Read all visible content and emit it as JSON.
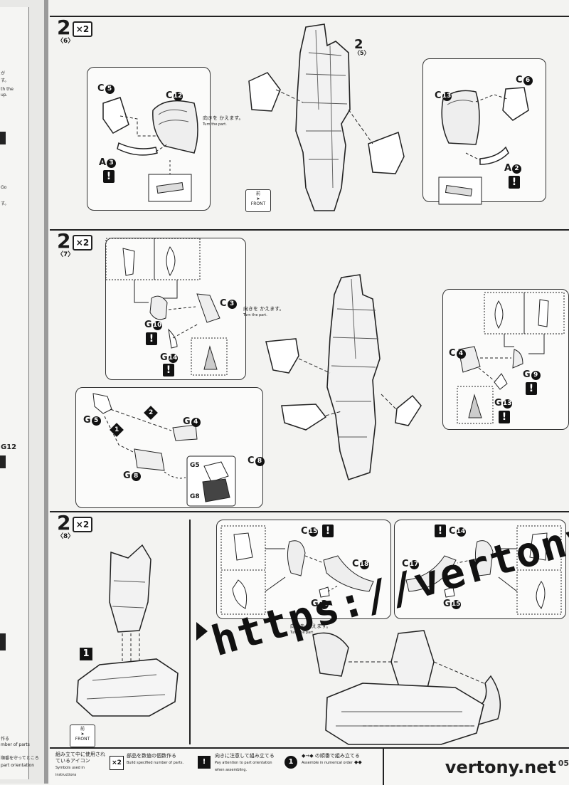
{
  "gutter_texts": [
    "が",
    "す。",
    "th the",
    "up.",
    "Go",
    "す。",
    "G12",
    "作る",
    "mber of parts",
    "順番を守ってところ",
    "part orientation"
  ],
  "steps": [
    {
      "num": "2",
      "count": "×2",
      "sub": "〈6〉"
    },
    {
      "num": "2",
      "count": "×2",
      "sub": "〈7〉"
    },
    {
      "num": "2",
      "count": "×2",
      "sub": "〈8〉"
    }
  ],
  "turn_note": {
    "jp": "向きを かえます。",
    "en": "Turn the part."
  },
  "front_label": {
    "jp": "前",
    "en": "FRONT"
  },
  "ref_step": {
    "num": "2",
    "sub": "〈5〉"
  },
  "step6": {
    "left_parts": [
      "C",
      "5",
      "C",
      "12",
      "A",
      "3"
    ],
    "right_parts": [
      "C",
      "13",
      "C",
      "6",
      "A",
      "2"
    ]
  },
  "step7": {
    "tl_parts": [
      "C",
      "3",
      "G",
      "10",
      "G",
      "14"
    ],
    "bl_parts": [
      "G",
      "5",
      "G",
      "4",
      "G",
      "8",
      "C",
      "8"
    ],
    "bl_small": [
      "G5",
      "G8"
    ],
    "right_parts": [
      "C",
      "4",
      "G",
      "9",
      "G",
      "13"
    ],
    "order": [
      "1",
      "2"
    ]
  },
  "step8": {
    "left_label": "1",
    "mid_parts": [
      "C",
      "15",
      "C",
      "18",
      "G",
      "16"
    ],
    "right_parts": [
      "C",
      "14",
      "C",
      "17",
      "G",
      "15"
    ],
    "turn_note": "向きを かえます。"
  },
  "watermark": "https://vertony.net/",
  "footer": {
    "icons_title_jp": "組み立て中に使用されているアイコン",
    "icons_title_en": "Symbols used in instructions",
    "x2_jp": "部品を数値の個数作る",
    "x2_en": "Build specified number of parts.",
    "warn_jp": "向きに注意して組み立てる",
    "warn_en": "Pay attention to part orientation when assembling.",
    "order_jp": "の順番で組み立てる",
    "order_en": "Assemble in numerical order",
    "brand": "vertony.net",
    "page": "05"
  }
}
